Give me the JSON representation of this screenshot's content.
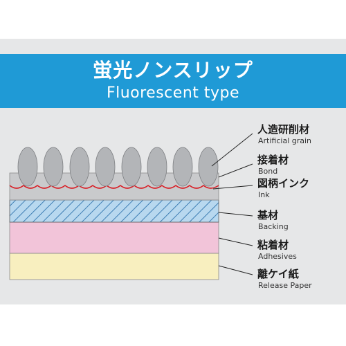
{
  "title": {
    "jp": "蛍光ノンスリップ",
    "en": "Fluorescent type"
  },
  "layers": [
    {
      "key": "grain",
      "jp": "人造研削材",
      "en": "Artificial grain"
    },
    {
      "key": "bond",
      "jp": "接着材",
      "en": "Bond"
    },
    {
      "key": "ink",
      "jp": "図柄インク",
      "en": "Ink"
    },
    {
      "key": "backing",
      "jp": "基材",
      "en": "Backing"
    },
    {
      "key": "adhesive",
      "jp": "粘着材",
      "en": "Adhesives"
    },
    {
      "key": "release",
      "jp": "離ケイ紙",
      "en": "Release Paper"
    }
  ],
  "colors": {
    "banner": "#1f9ad6",
    "panel": "#e6e7e8",
    "grain": "#b3b5b8",
    "bond": "#c9cacc",
    "ink_line": "#d8232a",
    "backing_fill": "#b8d8ef",
    "backing_hatch": "#3f7fb4",
    "adhesive": "#f2c4d9",
    "release": "#f8efbf",
    "leader": "#222222"
  }
}
